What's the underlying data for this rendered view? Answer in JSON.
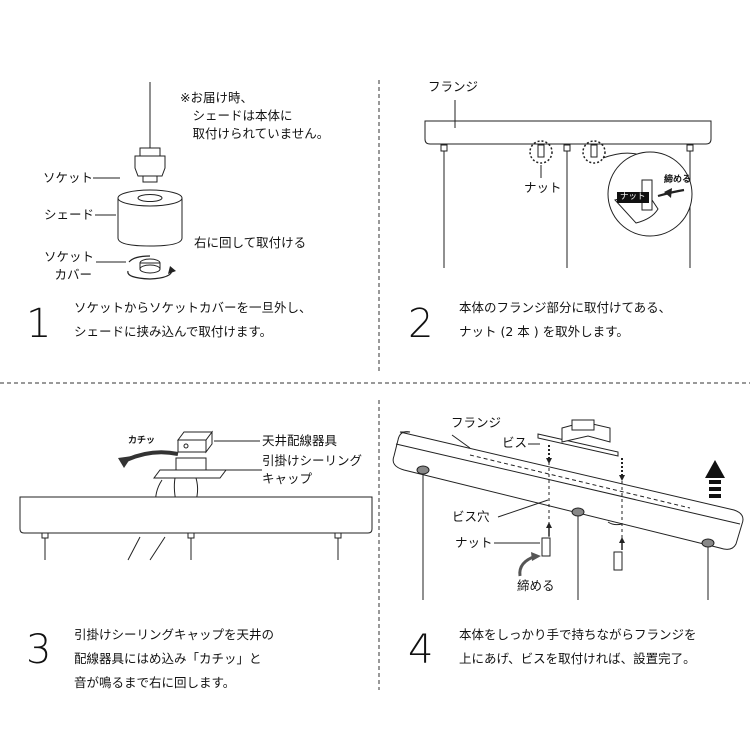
{
  "panels": [
    {
      "step": "1",
      "text": "ソケットからソケットカバーを一旦外し、\nシェードに挟み込んで取付けます。",
      "note": "※お届け時、\n　シェードは本体に\n　取付けられていません。",
      "labels": {
        "socket": "ソケット",
        "shade": "シェード",
        "socket_cover": "ソケット\nカバー",
        "turn_right": "右に回して取付ける"
      }
    },
    {
      "step": "2",
      "text": "本体のフランジ部分に取付けてある、\nナット (2 本 ) を取外します。",
      "labels": {
        "flange": "フランジ",
        "nut": "ナット",
        "tighten": "締める",
        "nut_tag": "ナット"
      }
    },
    {
      "step": "3",
      "text": "引掛けシーリングキャップを天井の\n配線器具にはめ込み「カチッ」と\n音が鳴るまで右に回します。",
      "labels": {
        "click": "カチッ",
        "ceiling_fixture": "天井配線器具",
        "ceiling_cap": "引掛けシーリング\nキャップ"
      }
    },
    {
      "step": "4",
      "text": "本体をしっかり手で持ちながらフランジを\n上にあげ、ビスを取付ければ、設置完了。",
      "labels": {
        "flange": "フランジ",
        "screw": "ビス",
        "screw_hole": "ビス穴",
        "nut": "ナット",
        "tighten": "締める"
      }
    }
  ]
}
